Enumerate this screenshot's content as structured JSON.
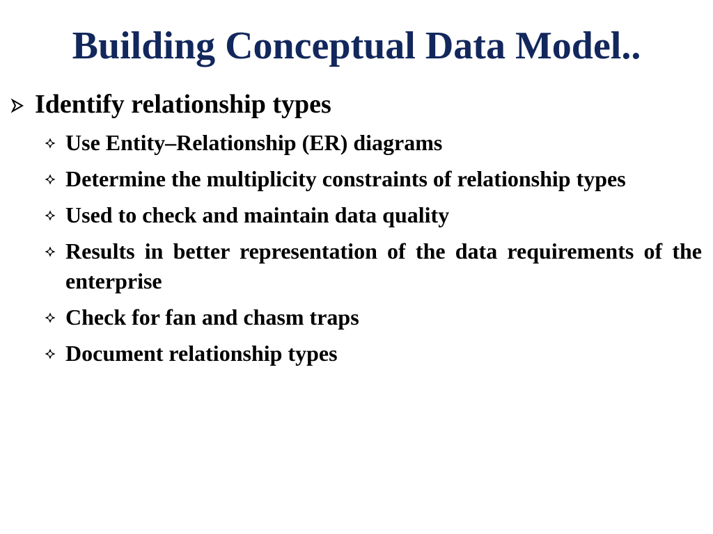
{
  "slide": {
    "title": "Building Conceptual Data Model..",
    "title_color": "#12275c",
    "main_point": {
      "bullet_icon": "arrow-bullet-icon",
      "text": "Identify relationship types"
    },
    "sub_points": [
      {
        "bullet_icon": "diamond-bullet-icon",
        "text": "Use Entity–Relationship (ER) diagrams"
      },
      {
        "bullet_icon": "diamond-bullet-icon",
        "text": "Determine the multiplicity constraints of relationship types"
      },
      {
        "bullet_icon": "diamond-bullet-icon",
        "text": "Used to check and maintain data quality"
      },
      {
        "bullet_icon": "diamond-bullet-icon",
        "text": "Results in better representation of the data requirements of the enterprise"
      },
      {
        "bullet_icon": "diamond-bullet-icon",
        "text": "Check for fan and chasm traps"
      },
      {
        "bullet_icon": "diamond-bullet-icon",
        "text": "Document relationship types"
      }
    ]
  }
}
